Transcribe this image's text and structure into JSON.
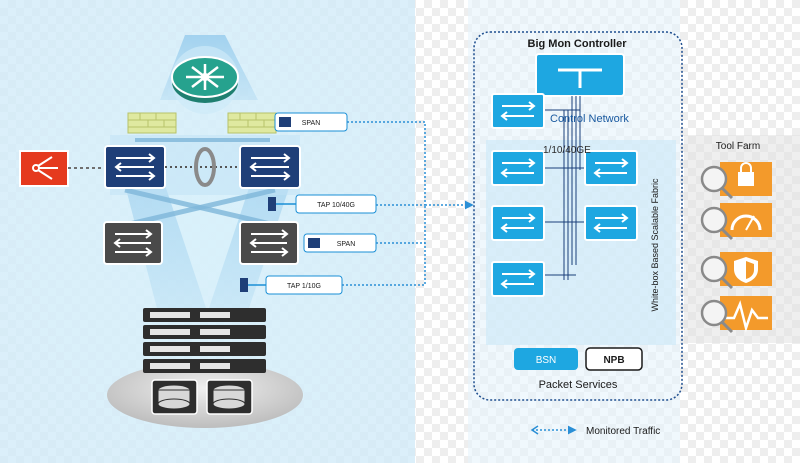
{
  "controller": {
    "title": "Big Mon Controller",
    "control_network": "Control Network",
    "speed": "1/10/40GE",
    "fabric": "White-box Based Scalable Fabric"
  },
  "taps": {
    "span_top": "SPAN",
    "tap_10_40": "TAP 10/40G",
    "span_mid": "SPAN",
    "tap_1_10": "TAP 1/10G"
  },
  "packet_services": {
    "title": "Packet Services",
    "bsn": "BSN",
    "npb": "NPB"
  },
  "tool_farm": {
    "title": "Tool Farm"
  },
  "legend": {
    "monitored_traffic": "Monitored Traffic"
  },
  "colors": {
    "switch_dark_blue": "#1f3f78",
    "switch_gray": "#4a4a4a",
    "fabric_switch_blue": "#1ea7e1",
    "orange_tool": "#f39a2b",
    "firewall_green": "#dfe9a0",
    "router_green": "#26a28e",
    "red_device": "#e53a1e"
  }
}
